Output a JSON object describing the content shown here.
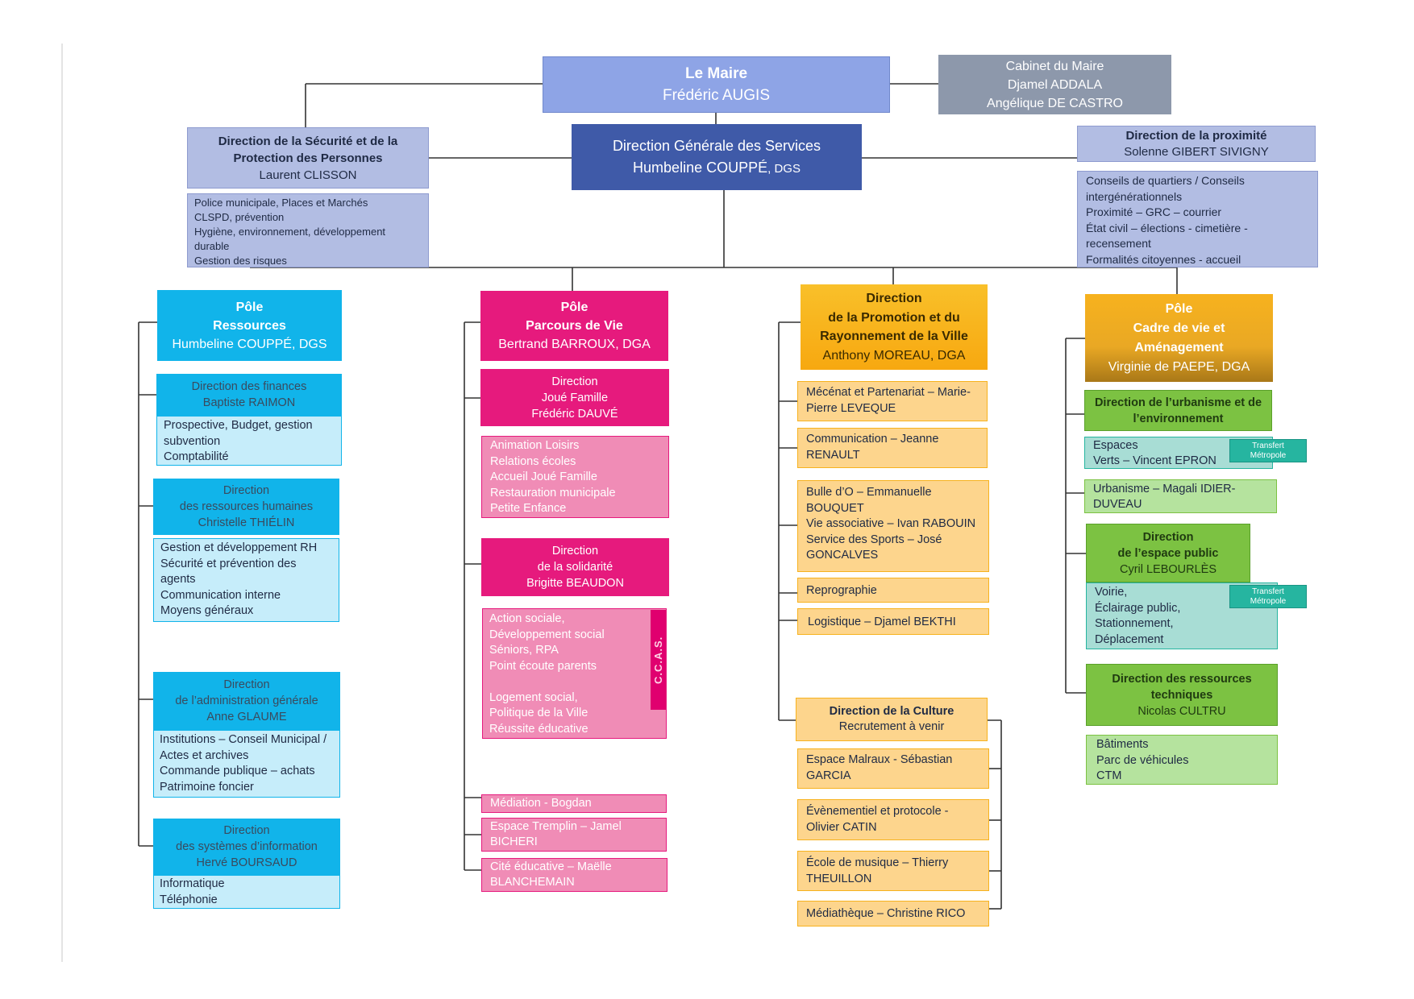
{
  "colors": {
    "line": "#333333",
    "maire_bg": "#8ea4e6",
    "cabinet_bg": "#8d98ab",
    "dgs_bg": "#3f5aa8",
    "blue_light": "#b2bde3",
    "cyan_head": "#11b4ea",
    "cyan_light": "#c6edfa",
    "pink_head": "#e61a7d",
    "pink_light": "#f08cb6",
    "orange_head": "#f7b21e",
    "orange_light": "#fdd58d",
    "green_head": "#7cc242",
    "green_light": "#b5e39e",
    "teal_light": "#a8ddd5"
  },
  "top": {
    "maire": {
      "title": "Le Maire",
      "name": "Frédéric AUGIS"
    },
    "cabinet": {
      "lines": [
        "Cabinet du Maire",
        "Djamel ADDALA",
        "Angélique DE CASTRO"
      ]
    },
    "dgs": {
      "title": "Direction Générale des Services",
      "name": "Humbeline COUPPÉ",
      "role": ", DGS"
    },
    "securite": {
      "title_lines": [
        "Direction de la Sécurité et de la",
        "Protection des Personnes"
      ],
      "name": "Laurent CLISSON",
      "items": [
        "Police municipale, Places et Marchés",
        "CLSPD, prévention",
        "Hygiène, environnement, développement",
        "durable",
        "Gestion des  risques"
      ]
    },
    "proximite": {
      "title": "Direction de la proximité",
      "name": "Solenne GIBERT SIVIGNY",
      "items": [
        "Conseils de quartiers / Conseils",
        "intergénérationnels",
        "Proximité – GRC – courrier",
        "État civil – élections - cimetière -",
        "recensement",
        "Formalités citoyennes - accueil"
      ]
    }
  },
  "col1": {
    "head": [
      "Pôle",
      "Ressources",
      "Humbeline COUPPÉ, DGS"
    ],
    "finances": {
      "head": [
        "Direction des finances",
        "Baptiste RAIMON"
      ],
      "items": [
        "Prospective, Budget, gestion",
        "subvention",
        " Comptabilité"
      ]
    },
    "rh": {
      "head": [
        "Direction",
        "des ressources humaines",
        "Christelle THIÉLIN"
      ],
      "items": [
        "Gestion et développement RH",
        "Sécurité et prévention des",
        "agents",
        "Communication interne",
        "Moyens généraux"
      ]
    },
    "admin": {
      "head": [
        "Direction",
        "de l’administration générale",
        "Anne GLAUME"
      ],
      "items": [
        "Institutions – Conseil Municipal /",
        "Actes et archives",
        "Commande publique – achats",
        "Patrimoine foncier"
      ]
    },
    "si": {
      "head": [
        "Direction",
        "des systèmes d’information",
        "Hervé BOURSAUD"
      ],
      "items": [
        "Informatique",
        "Téléphonie"
      ]
    }
  },
  "col2": {
    "head": [
      "Pôle",
      "Parcours de Vie",
      "Bertrand BARROUX, DGA"
    ],
    "joue": {
      "head": [
        "Direction",
        "Joué Famille",
        "Frédéric DAUVÉ"
      ],
      "items": [
        "Animation  Loisirs",
        "Relations écoles",
        "Accueil Joué Famille",
        "Restauration municipale",
        "Petite Enfance"
      ]
    },
    "solidarite": {
      "head": [
        "Direction",
        "de la solidarité",
        "Brigitte BEAUDON"
      ],
      "items": [
        "Action sociale,",
        "Développement social",
        "Séniors, RPA",
        "Point écoute parents",
        "",
        "Logement social,",
        "Politique de la Ville",
        "Réussite éducative"
      ],
      "ccas": "C.C.A.S."
    },
    "mediation": [
      "Médiation - Bogdan VASILJEVIC"
    ],
    "tremplin": [
      "Espace  Tremplin – Jamel",
      "BICHERI"
    ],
    "cite": [
      "Cité éducative – Maëlle",
      "BLANCHEMAIN"
    ]
  },
  "col3": {
    "head": [
      "Direction",
      "de la Promotion et du",
      "Rayonnement de la Ville",
      "Anthony MOREAU, DGA"
    ],
    "mecenat": [
      "Mécénat et Partenariat – Marie-",
      "Pierre LEVEQUE"
    ],
    "communication": [
      "Communication – Jeanne",
      "RENAULT"
    ],
    "bulle": [
      "Bulle d’O – Emmanuelle",
      "BOUQUET",
      "Vie associative – Ivan RABOUIN",
      "Service des Sports – José",
      "GONCALVES"
    ],
    "reprographie": [
      "Reprographie"
    ],
    "logistique": [
      "Logistique – Djamel BEKTHI"
    ],
    "culture": {
      "head": [
        "Direction de la Culture",
        "Recrutement à venir"
      ]
    },
    "malraux": [
      "Espace Malraux - Sébastian",
      "GARCIA"
    ],
    "evenementiel": [
      "Évènementiel et protocole -",
      "Olivier CATIN"
    ],
    "musique": [
      "École de musique – Thierry",
      "THEUILLON"
    ],
    "mediatheque": [
      "Médiathèque – Christine RICO"
    ]
  },
  "col4": {
    "head": [
      "Pôle",
      "Cadre de vie et",
      "Aménagement",
      "Virginie de PAEPE, DGA"
    ],
    "urbanisme_dir": {
      "head": [
        "Direction de l’urbanisme et de",
        "l’environnement"
      ]
    },
    "espaces_verts": [
      "Espaces",
      "Verts – Vincent EPRON"
    ],
    "urbanisme": [
      "Urbanisme – Magali IDIER-",
      "DUVEAU"
    ],
    "espace_public": {
      "head": [
        "Direction",
        "de l’espace public",
        "Cyril LEBOURLÈS"
      ],
      "items": [
        "Voirie,",
        "Éclairage public,",
        "Stationnement,",
        "Déplacement"
      ]
    },
    "techniques": {
      "head": [
        "Direction des ressources",
        "techniques",
        "Nicolas CULTRU"
      ],
      "items": [
        "Bâtiments",
        "Parc de véhicules",
        "CTM"
      ]
    },
    "transfert": [
      "Transfert",
      "Métropole"
    ]
  }
}
